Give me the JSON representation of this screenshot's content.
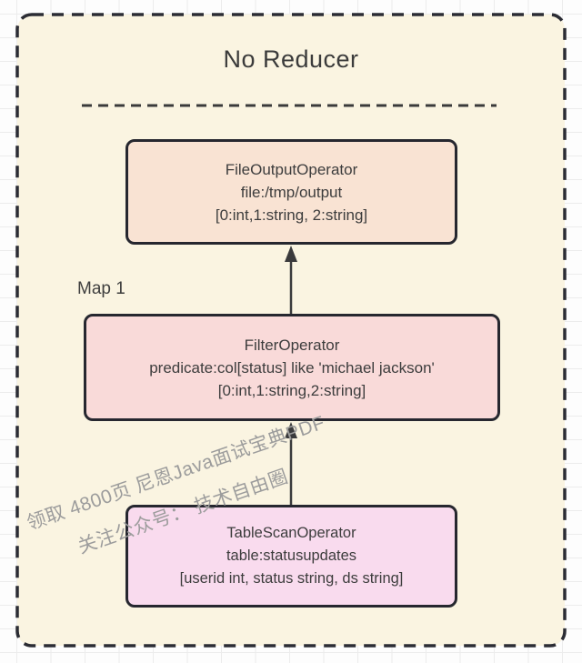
{
  "diagram": {
    "title": "No Reducer",
    "map_label": "Map 1",
    "nodes": [
      {
        "id": "file_output",
        "name": "FileOutputOperator",
        "detail": "file:/tmp/output",
        "schema": "[0:int,1:string, 2:string]"
      },
      {
        "id": "filter",
        "name": "FilterOperator",
        "detail": "predicate:col[status] like 'michael jackson'",
        "schema": "[0:int,1:string,2:string]"
      },
      {
        "id": "table_scan",
        "name": "TableScanOperator",
        "detail": "table:statusupdates",
        "schema": "[userid int, status string, ds string]"
      }
    ],
    "edges": [
      {
        "from": "filter",
        "to": "file_output"
      },
      {
        "from": "table_scan",
        "to": "filter"
      }
    ]
  },
  "watermark": {
    "line1": "领取 4800页 尼恩Java面试宝典PDF",
    "line2": "关注公众号： 技术自由圈"
  },
  "colors": {
    "canvas_bg": "#fdfdfd",
    "grid_line": "#ececec",
    "container_fill": "#faf4e1",
    "stroke_dark": "#2b2c34",
    "node_text": "#3d3d3d",
    "watermark_gray": "#9c9c9c",
    "node_fills": {
      "file_output": "#f9e3d3",
      "filter": "#f9dad9",
      "table_scan": "#f9dbee"
    }
  }
}
